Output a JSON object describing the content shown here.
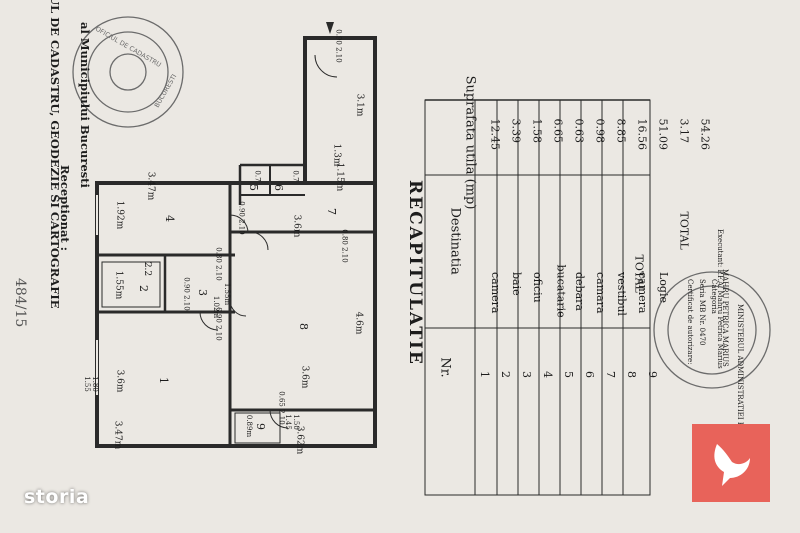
{
  "header": {
    "office": "OFICIUL DE CADASTRU, GEODEZIE SI CARTOGRAFIE",
    "city": "al Municipiului Bucuresti",
    "receptionat": "Receptionat :",
    "top_number": "484/15"
  },
  "plan": {
    "rooms": [
      "1",
      "2",
      "3",
      "4",
      "5",
      "6",
      "7",
      "8",
      "9"
    ],
    "dims": {
      "r1_w": "3.47m",
      "r1_h": "3.6m",
      "r4_w": "3.47m",
      "r4_h": "1.92m",
      "r2": "2.2",
      "r2b": "1.55m",
      "r8_w": "3.6m",
      "r8_h": "4.6m",
      "r9": "3.62m",
      "r7": "3.6m",
      "corridor": "3.1m",
      "c1": "1.3m",
      "c2": "1.15m",
      "d1": "0.7",
      "d2": "0.7",
      "side1": "1.55",
      "side2": "1.80",
      "side3": "0.89m",
      "side4": "1.45",
      "side5": "1.50",
      "w1": "1.02m",
      "w2": "1.55m",
      "door1": "0.90\n2.10",
      "door2": "0.80\n2.10",
      "door3": "0.80\n2.10",
      "door4": "0.90\n2.10",
      "door5": "0.90\n2.10",
      "door6": "0.65\n2.10",
      "entry": "0.90\n2.10"
    }
  },
  "table": {
    "title": "RECAPITULATIE",
    "headers": [
      "Nr.",
      "Destinatia",
      "Suprafata utila (mp)"
    ],
    "rows": [
      [
        "1",
        "camera",
        "12.45"
      ],
      [
        "2",
        "baie",
        "3.39"
      ],
      [
        "3",
        "oficiu",
        "1.58"
      ],
      [
        "4",
        "bucatarie",
        "6.65"
      ],
      [
        "5",
        "debara",
        "0.63"
      ],
      [
        "6",
        "camara",
        "0.98"
      ],
      [
        "7",
        "vestibul",
        "8.85"
      ],
      [
        "8",
        "camera",
        "16.56"
      ]
    ],
    "total_label": "TOTAL",
    "total_value": "51.09",
    "extra_row_nr": "9",
    "extra_row_label": "Logie",
    "extra_row_value": "3.17",
    "grand_label": "TOTAL",
    "grand_value": "54.26"
  },
  "signature": {
    "line1": "Certificat de autorizare:",
    "line2": "Seria MB Nr. 0470",
    "line3": "Categoria",
    "name": "MAHRU PETRICA MARIUS",
    "author": "Executant: P.F.A. Mahru Petrica Marius",
    "ministry": "MINISTERUL ADMINISTRATIEI PUBLICE"
  },
  "brand": {
    "name": "storia"
  }
}
